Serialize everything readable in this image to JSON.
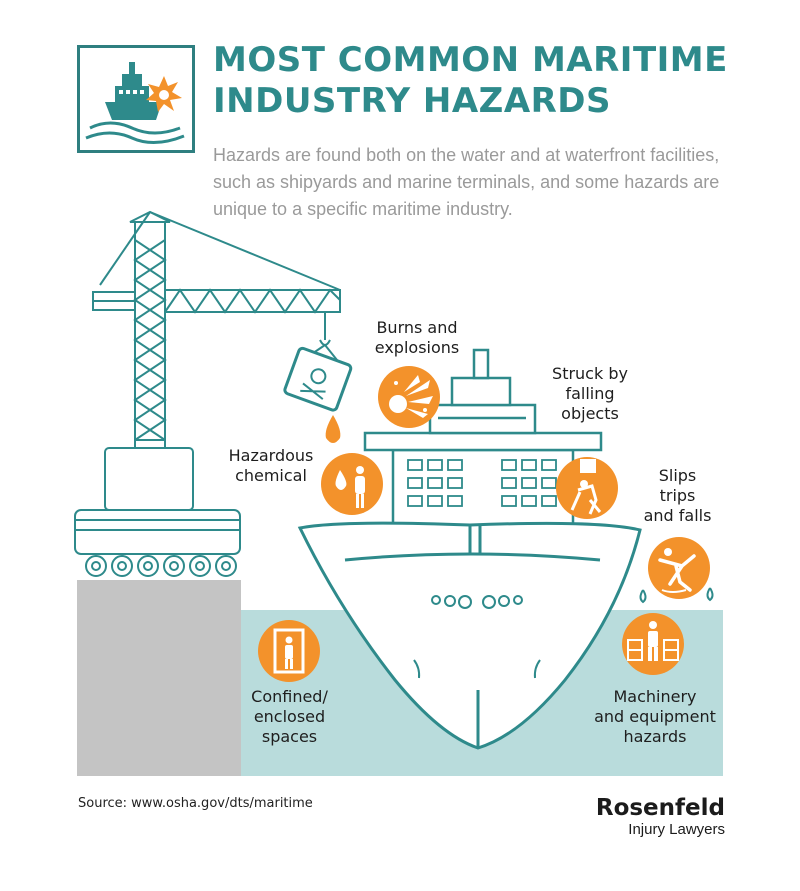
{
  "header": {
    "title_line1": "MOST COMMON MARITIME",
    "title_line2": "INDUSTRY HAZARDS",
    "subtitle": "Hazards are found both on the water and at waterfront facilities, such as shipyards and marine terminals, and some hazards are unique to a specific maritime industry.",
    "icon": "ship-explosion-icon"
  },
  "hazards": [
    {
      "label": "Burns and\nexplosions",
      "icon": "explosion-icon"
    },
    {
      "label": "Struck by\nfalling\nobjects",
      "icon": "falling-object-icon"
    },
    {
      "label": "Hazardous\nchemical",
      "icon": "chemical-drop-icon"
    },
    {
      "label": "Slips\ntrips\nand falls",
      "icon": "slip-fall-icon"
    },
    {
      "label": "Confined/\nenclosed\nspaces",
      "icon": "confined-space-icon"
    },
    {
      "label": "Machinery\nand equipment\nhazards",
      "icon": "machinery-icon"
    }
  ],
  "footer": {
    "source": "Source:  www.osha.gov/dts/maritime",
    "brand_name": "Rosenfeld",
    "brand_sub": "Injury Lawyers"
  },
  "colors": {
    "teal": "#2e8a8b",
    "orange": "#f3922b",
    "water": "#b9dcdc",
    "gray": "#bdbdbd"
  }
}
